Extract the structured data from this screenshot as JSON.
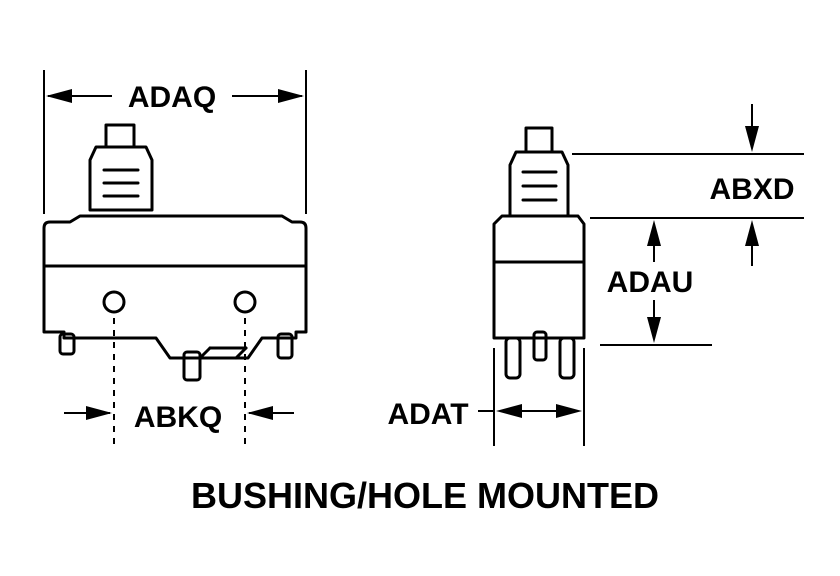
{
  "labels": {
    "adaq": "ADAQ",
    "abkq": "ABKQ",
    "adat": "ADAT",
    "abxd": "ABXD",
    "adau": "ADAU",
    "title": "BUSHING/HOLE MOUNTED"
  },
  "colors": {
    "ink": "#000000",
    "paper": "#ffffff"
  }
}
